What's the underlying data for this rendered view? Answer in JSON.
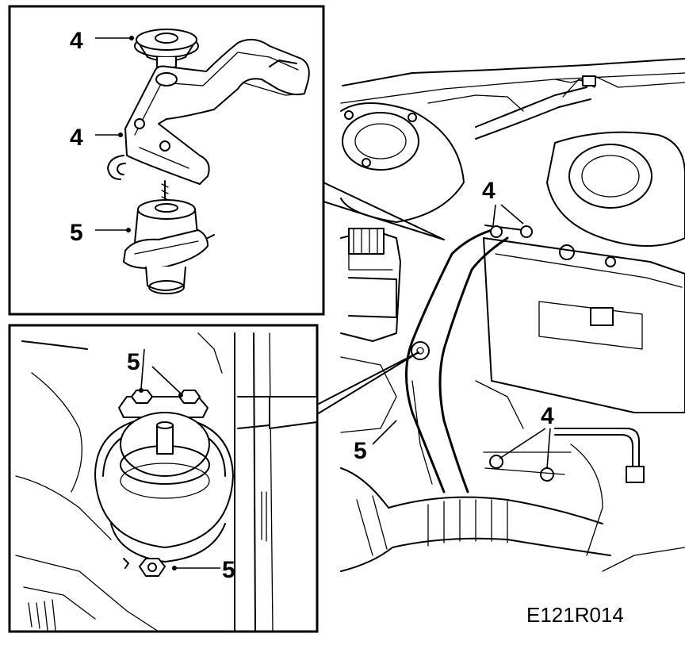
{
  "figure_id": "E121R014",
  "callouts": {
    "top_inset_4_upper": "4",
    "top_inset_4_lower": "4",
    "top_inset_5": "5",
    "bottom_inset_5_upper": "5",
    "bottom_inset_5_lower": "5",
    "main_4_upper": "4",
    "main_4_lower": "4",
    "main_5": "5"
  }
}
